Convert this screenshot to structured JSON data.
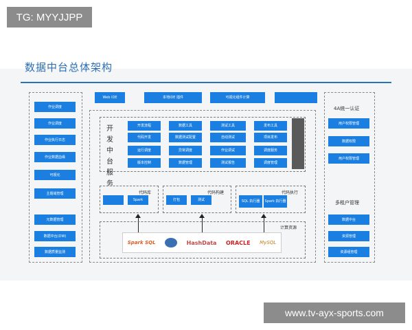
{
  "watermark_top": "TG: MYYJJPP",
  "watermark_bottom": "www.tv-ayx-sports.com",
  "title": "数据中台总体架构",
  "top_bar": [
    "Web IDE",
    "本地IDE 插件",
    "可视化组件计算",
    ""
  ],
  "left_panel": {
    "items": [
      "作业调度",
      "作业调度",
      "作业执行日志",
      "作业数据血缘",
      "可视化",
      "主题域管理",
      "元数据管理",
      "数据中台(DW)",
      "数据质量监测"
    ]
  },
  "right_panel": {
    "auth_title": "4A统一认证",
    "auth_items": [
      "用户权限管理",
      "数据权限",
      "用户权限管理"
    ],
    "tenant_title": "多租户管理",
    "tenant_items": [
      "数据中台",
      "资源管理",
      "资源组管理"
    ]
  },
  "core": {
    "label": "开发中台服务",
    "grid": [
      [
        "开发流程",
        "数据工具",
        "测试工具",
        "发布工具"
      ],
      [
        "代码开发",
        "数据测试配置",
        "自动测试",
        "项目发布"
      ],
      [
        "运行调度",
        "异常调度",
        "作业调试",
        "调度服务"
      ],
      [
        "版本控制",
        "数据管理",
        "测试报告",
        "调度管理"
      ]
    ]
  },
  "code_repo": {
    "title": "代码库",
    "items": [
      "",
      "Spark"
    ]
  },
  "code_build": {
    "title": "代码构建",
    "items": [
      "打包",
      "测试"
    ]
  },
  "code_exec": {
    "title": "代码执行",
    "items": [
      "SQL 执行器",
      "Spark 执行器"
    ]
  },
  "compute": {
    "title": "计算资源",
    "logos": [
      "Spark SQL",
      "hadoop",
      "HashData",
      "ORACLE",
      "MySQL"
    ]
  },
  "colors": {
    "accent": "#1a7fe0",
    "title": "#2a6db5",
    "rule": "#2a72b8"
  }
}
